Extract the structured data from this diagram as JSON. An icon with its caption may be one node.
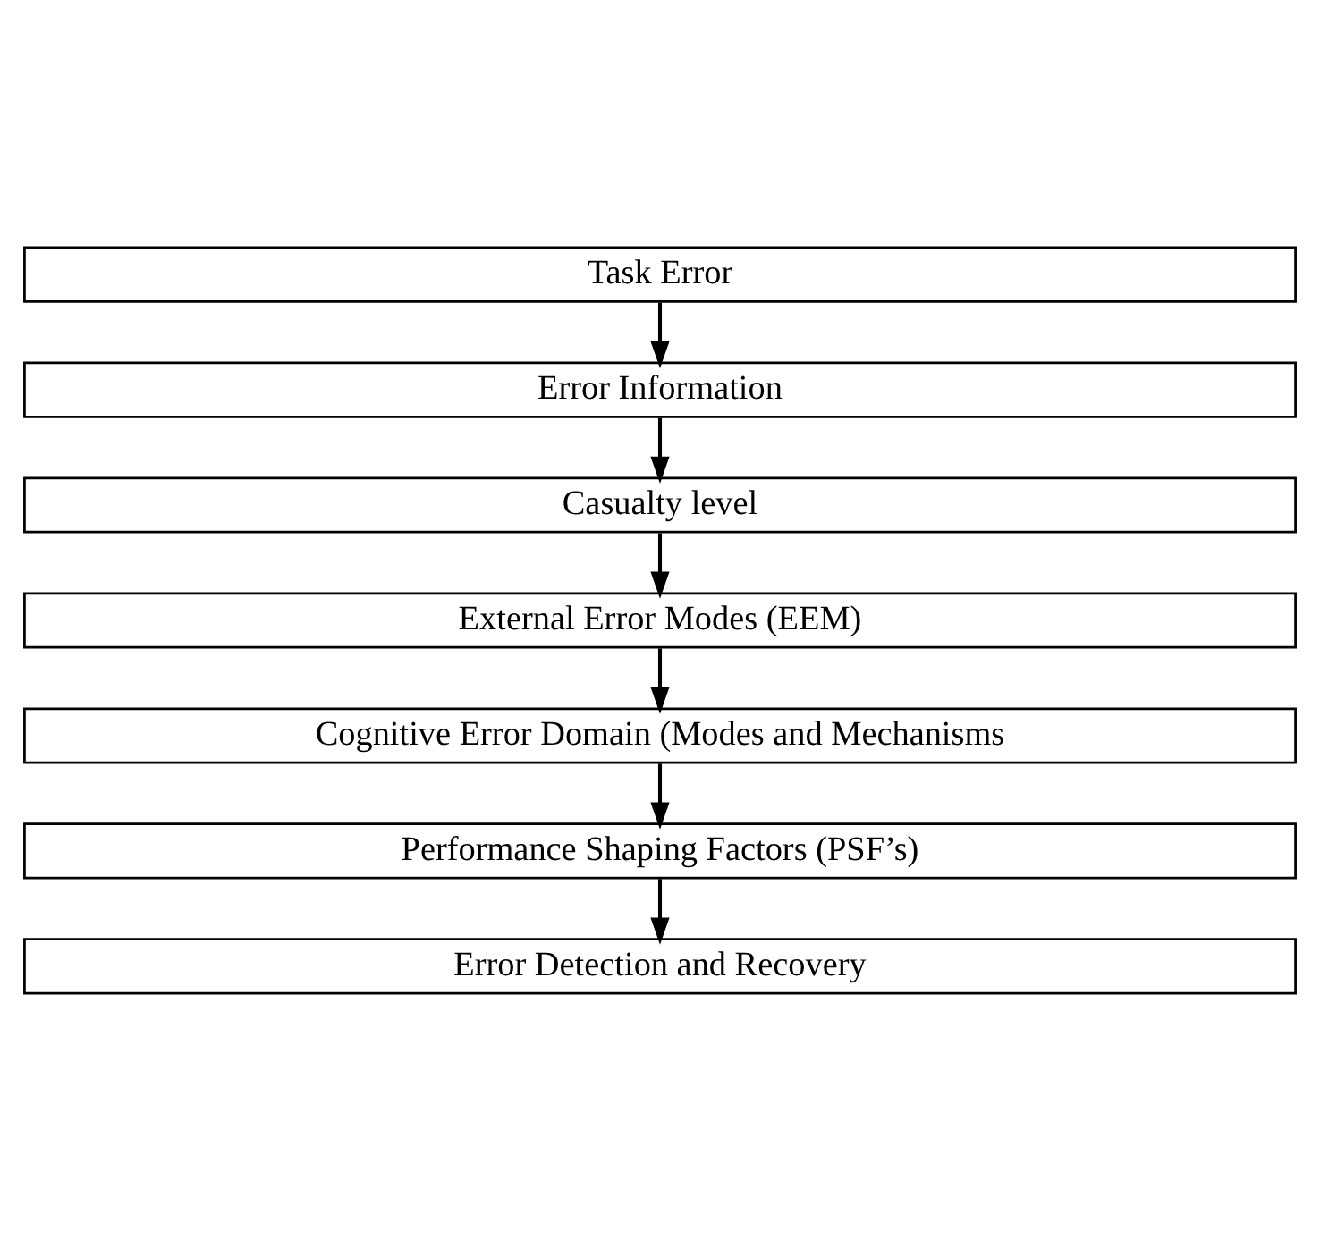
{
  "diagram": {
    "nodes": [
      {
        "text": [
          "Task Error"
        ]
      },
      {
        "text": [
          "Error Information"
        ]
      },
      {
        "text": [
          "Casualty level"
        ]
      },
      {
        "text": [
          "External Error Modes (EEM)"
        ]
      },
      {
        "text": [
          "Cognitive Error Domain (Modes and Mechanisms"
        ]
      },
      {
        "text": [
          "Performance Shaping Factors (PSF’s)"
        ]
      },
      {
        "text": [
          "Error Detection and Recovery"
        ]
      }
    ],
    "edges": [
      {
        "from": 0,
        "to": 1,
        "arrow": "to"
      },
      {
        "from": 1,
        "to": 2,
        "arrow": "to"
      },
      {
        "from": 2,
        "to": 3,
        "arrow": "to"
      },
      {
        "from": 3,
        "to": 4,
        "arrow": "to"
      },
      {
        "from": 4,
        "to": 5,
        "arrow": "to"
      },
      {
        "from": 5,
        "to": 6,
        "arrow": "to"
      }
    ]
  }
}
